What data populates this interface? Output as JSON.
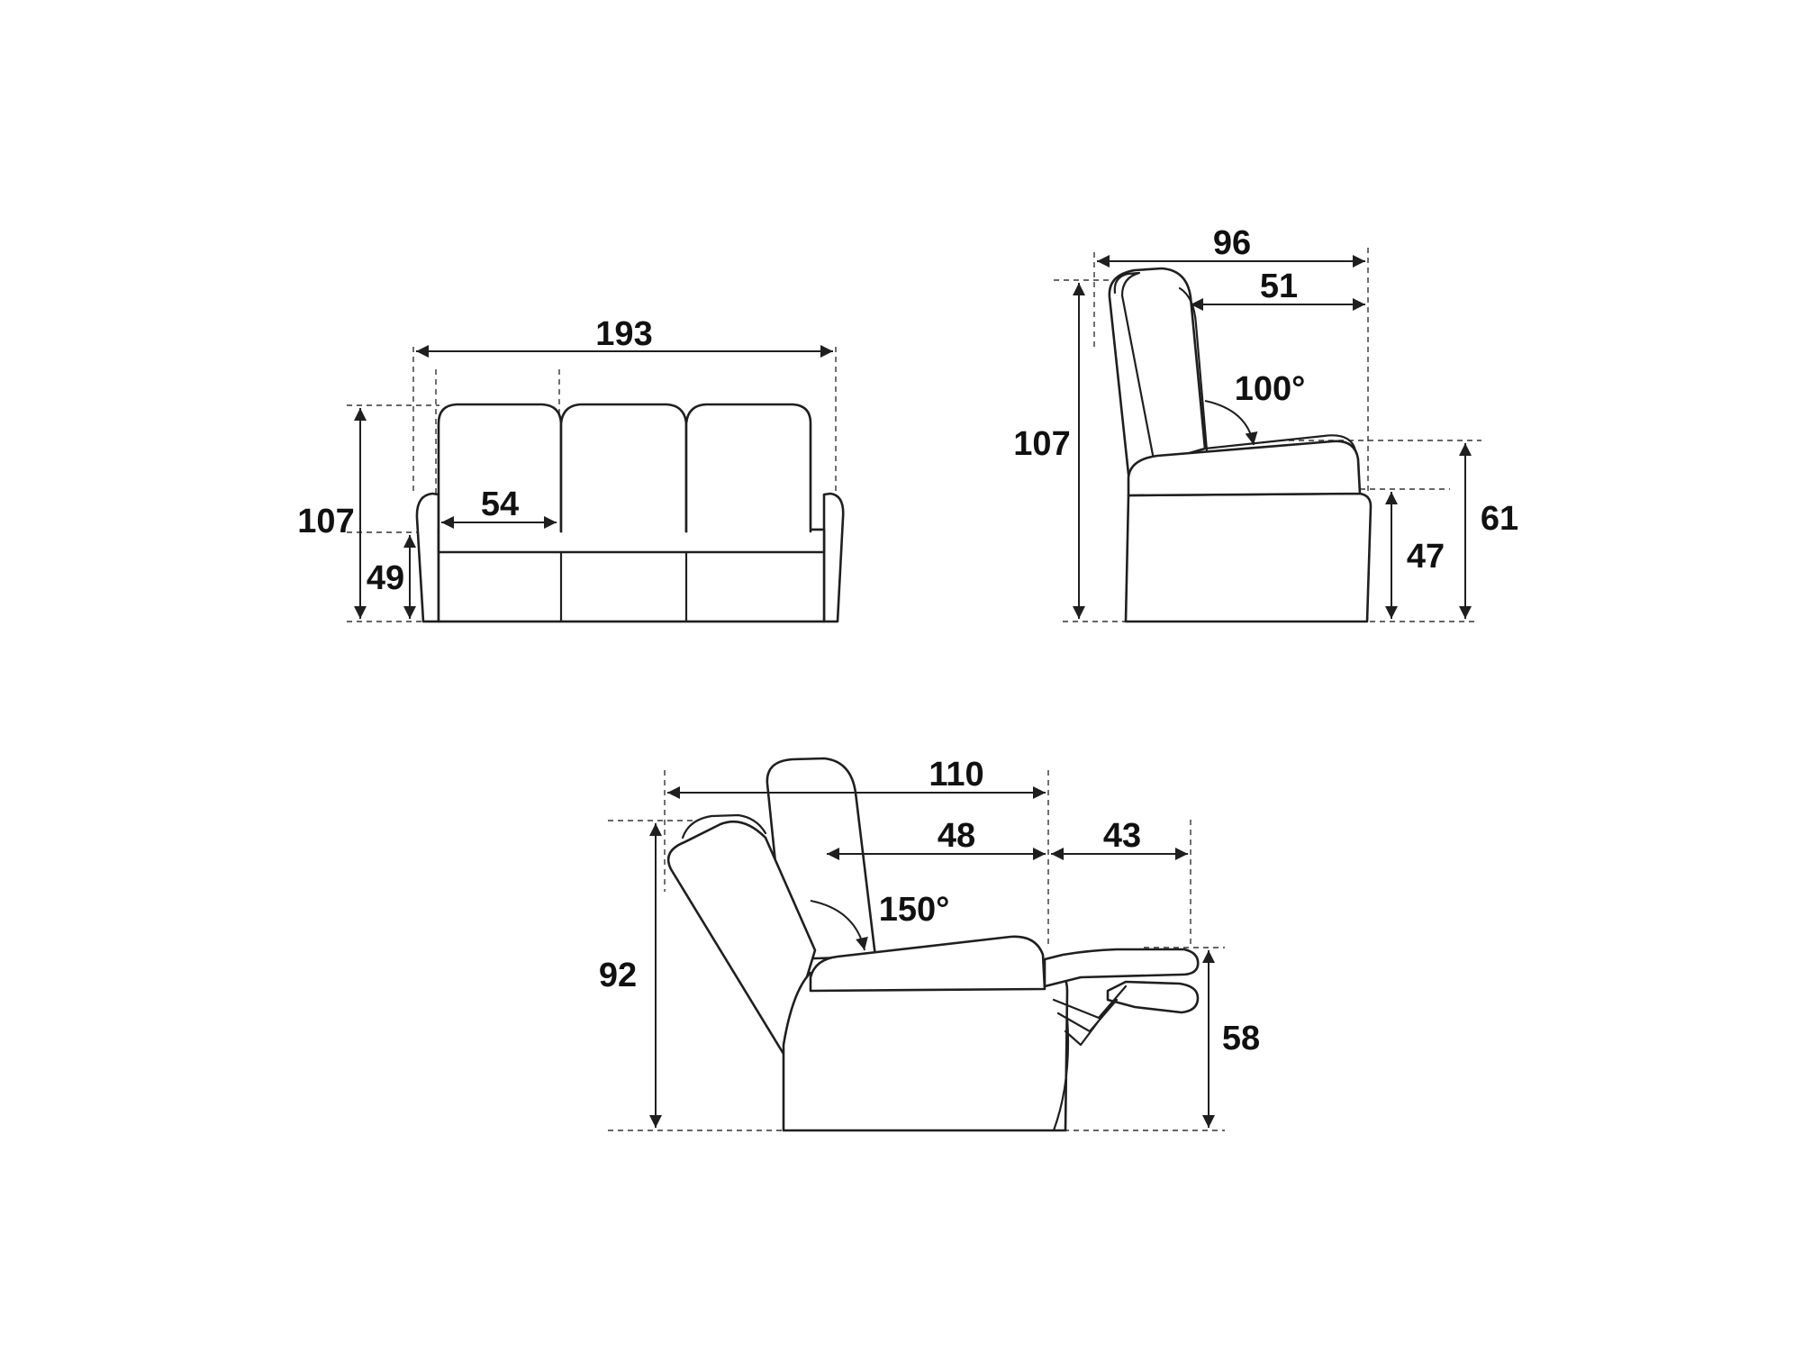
{
  "colors": {
    "line": "#1f1f1f",
    "background": "#ffffff"
  },
  "front_view": {
    "width_label": "193",
    "height_label": "107",
    "seat_height_label": "49",
    "seat_width_label": "54"
  },
  "side_view": {
    "depth_label": "96",
    "seat_depth_label": "51",
    "angle_label": "100°",
    "height_label": "107",
    "armrest_height_label": "61",
    "seat_height_label": "47"
  },
  "reclined_view": {
    "depth_label": "110",
    "seat_depth_label": "48",
    "footrest_label": "43",
    "angle_label": "150°",
    "height_label": "92",
    "footrest_height_label": "58"
  }
}
